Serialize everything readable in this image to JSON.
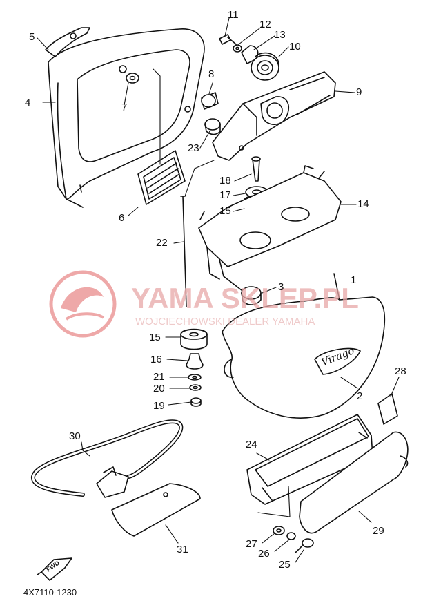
{
  "diagram_code": "4X7110-1230",
  "fwd_label": "FWD",
  "emblem_text": "Virago",
  "watermark": {
    "title": "YAMA SKLEP.PL",
    "subtitle": "WOJCIECHOWSKI DEALER YAMAHA",
    "logo_color": "#e98b8b"
  },
  "callouts": {
    "c1": "1",
    "c2": "2",
    "c3": "3",
    "c4": "4",
    "c5": "5",
    "c6": "6",
    "c7": "7",
    "c8": "8",
    "c9": "9",
    "c10": "10",
    "c11": "11",
    "c12": "12",
    "c13": "13",
    "c14": "14",
    "c15a": "15",
    "c15b": "15",
    "c16": "16",
    "c17": "17",
    "c18": "18",
    "c19": "19",
    "c20": "20",
    "c21": "21",
    "c22": "22",
    "c23": "23",
    "c24": "24",
    "c25": "25",
    "c26": "26",
    "c27": "27",
    "c28": "28",
    "c29": "29",
    "c30": "30",
    "c31": "31"
  }
}
